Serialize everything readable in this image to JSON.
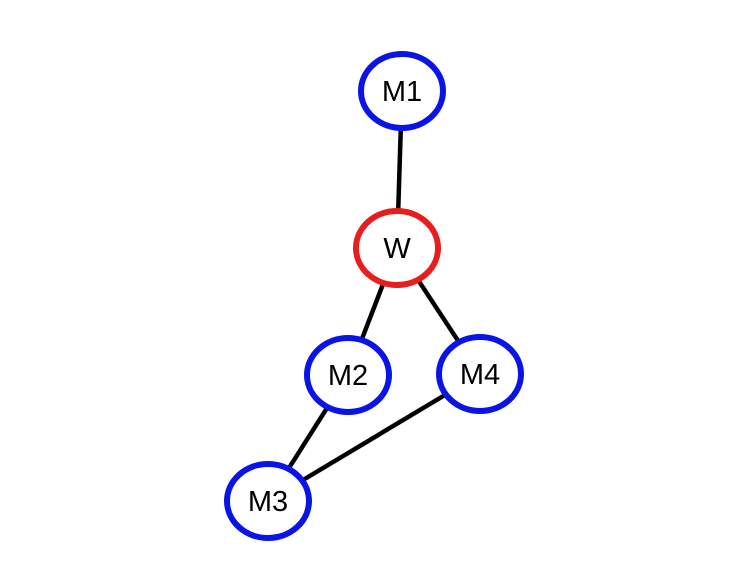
{
  "colors": {
    "edge": "#000000",
    "label": "#000000",
    "node_fill": "#ffffff",
    "blue": "#0a14e6",
    "red": "#e61e1e"
  },
  "nodes": [
    {
      "id": "M1",
      "label": "M1",
      "color": "#0a14e6"
    },
    {
      "id": "W",
      "label": "W",
      "color": "#e61e1e"
    },
    {
      "id": "M2",
      "label": "M2",
      "color": "#0a14e6"
    },
    {
      "id": "M4",
      "label": "M4",
      "color": "#0a14e6"
    },
    {
      "id": "M3",
      "label": "M3",
      "color": "#0a14e6"
    }
  ],
  "edges": [
    {
      "from": "M1",
      "to": "W"
    },
    {
      "from": "W",
      "to": "M2"
    },
    {
      "from": "W",
      "to": "M4"
    },
    {
      "from": "M2",
      "to": "M3"
    },
    {
      "from": "M4",
      "to": "M3"
    }
  ]
}
